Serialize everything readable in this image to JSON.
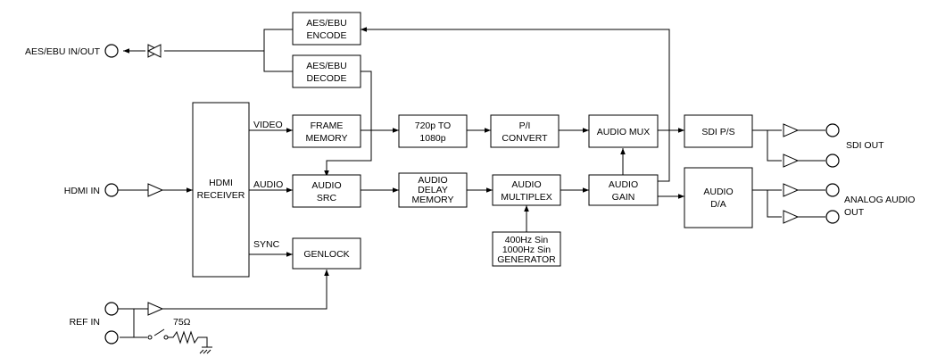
{
  "blocks": {
    "aes_encode": [
      "AES/EBU",
      "ENCODE"
    ],
    "aes_decode": [
      "AES/EBU",
      "DECODE"
    ],
    "hdmi_receiver": [
      "HDMI",
      "RECEIVER"
    ],
    "frame_memory": [
      "FRAME",
      "MEMORY"
    ],
    "audio_src": [
      "AUDIO",
      "SRC"
    ],
    "genlock": [
      "GENLOCK"
    ],
    "conv_720p": [
      "720p TO",
      "1080p"
    ],
    "audio_delay": [
      "AUDIO",
      "DELAY",
      "MEMORY"
    ],
    "pi_convert": [
      "P/I",
      "CONVERT"
    ],
    "audio_multiplex": [
      "AUDIO",
      "MULTIPLEX"
    ],
    "sin_generator": [
      "400Hz Sin",
      "1000Hz Sin",
      "GENERATOR"
    ],
    "audio_mux": [
      "AUDIO MUX"
    ],
    "audio_gain": [
      "AUDIO",
      "GAIN"
    ],
    "sdi_ps": [
      "SDI P/S"
    ],
    "audio_da": [
      "AUDIO",
      "D/A"
    ]
  },
  "signals": {
    "video": "VIDEO",
    "audio": "AUDIO",
    "sync": "SYNC"
  },
  "ports": {
    "aes_io": "AES/EBU IN/OUT",
    "hdmi_in": "HDMI IN",
    "ref_in": "REF IN",
    "sdi_out": "SDI OUT",
    "analog_out": [
      "ANALOG AUDIO",
      "OUT"
    ]
  },
  "termination": "75Ω"
}
